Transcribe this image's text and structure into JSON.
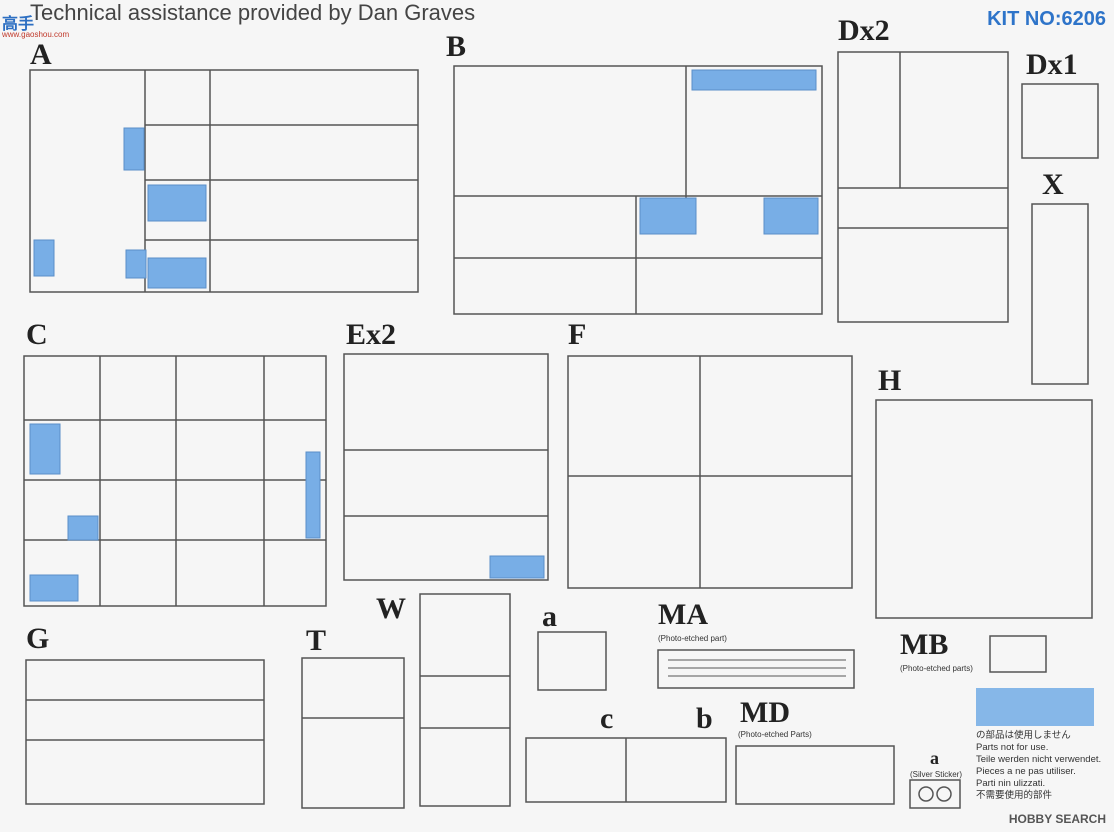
{
  "header": {
    "title": "Technical assistance provided by Dan Graves",
    "kit": "KIT NO:6206",
    "logo": "高手",
    "logo_sub": "www.gaoshou.com"
  },
  "sprues": {
    "A": "A",
    "B": "B",
    "Dx2": "Dx2",
    "Dx1": "Dx1",
    "X": "X",
    "C": "C",
    "Ex2": "Ex2",
    "F": "F",
    "H": "H",
    "G": "G",
    "T": "T",
    "W": "W",
    "a": "a",
    "MA": "MA",
    "MA_note": "(Photo-etched part)",
    "MB": "MB",
    "MB_note": "(Photo-etched parts)",
    "c": "c",
    "b": "b",
    "MD": "MD",
    "MD_note": "(Photo-etched Parts)",
    "silver": "a",
    "silver_note": "(Silver Sticker)"
  },
  "notes": [
    "の部品は使用しません",
    "Parts not for use.",
    "Teile werden nicht verwendet.",
    "Pieces a ne pas utiliser.",
    "Parti nin ulizzati.",
    "不需要使用的部件"
  ],
  "watermark": "HOBBY SEARCH",
  "colors": {
    "blue_part": "#78aee6",
    "kit_number": "#2e74c9"
  }
}
